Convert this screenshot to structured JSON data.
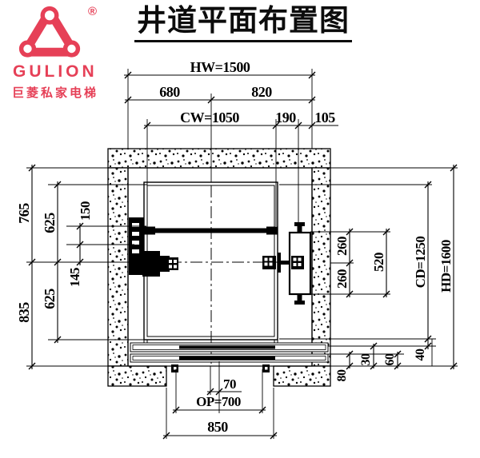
{
  "brand": {
    "registered": "®",
    "name": "GULION",
    "tagline": "巨菱私家电梯",
    "color": "#e64057"
  },
  "title": {
    "text": "井道平面布置图"
  },
  "drawing": {
    "dims": {
      "hw": "HW=1500",
      "d680": "680",
      "d820": "820",
      "cw": "CW=1050",
      "d190": "190",
      "d105": "105",
      "d765": "765",
      "d625a": "625",
      "d150": "150",
      "d145": "145",
      "d625b": "625",
      "d835": "835",
      "d260a": "260",
      "d260b": "260",
      "d520": "520",
      "cd": "CD=1250",
      "hd": "HD=1600",
      "d70": "70",
      "op": "OP=700",
      "d850": "850",
      "d80": "80",
      "d30": "30",
      "d60": "60",
      "d40": "40"
    }
  }
}
